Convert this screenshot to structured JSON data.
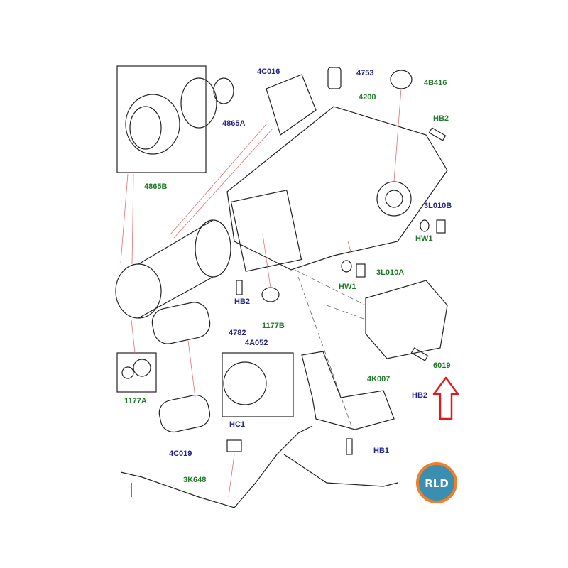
{
  "diagram": {
    "colors": {
      "blue_label": "#22228a",
      "green_label": "#1f7a2a",
      "arrow": "#e01a1a",
      "logo_ring": "#f07e2a",
      "logo_bg": "#3a8fb0"
    },
    "labels": {
      "l4865A": "4865A",
      "l4865B": "4865B",
      "l4C016": "4C016",
      "l4753": "4753",
      "l4B416": "4B416",
      "l4200": "4200",
      "lHB2a": "HB2",
      "l3L010B": "3L010B",
      "lHW1a": "HW1",
      "lHW1b": "HW1",
      "l3L010A": "3L010A",
      "lHB2b": "HB2",
      "l1177B": "1177B",
      "l4782": "4782",
      "l1177A": "1177A",
      "l4A052": "4A052",
      "l4K007": "4K007",
      "l6019": "6019",
      "lHB2c": "HB2",
      "l4C019": "4C019",
      "lHC1": "HC1",
      "lHB1": "HB1",
      "l3K648": "3K648"
    },
    "logo_text": "RLD",
    "icons": [
      "highlight-arrow-icon",
      "rld-logo"
    ]
  }
}
